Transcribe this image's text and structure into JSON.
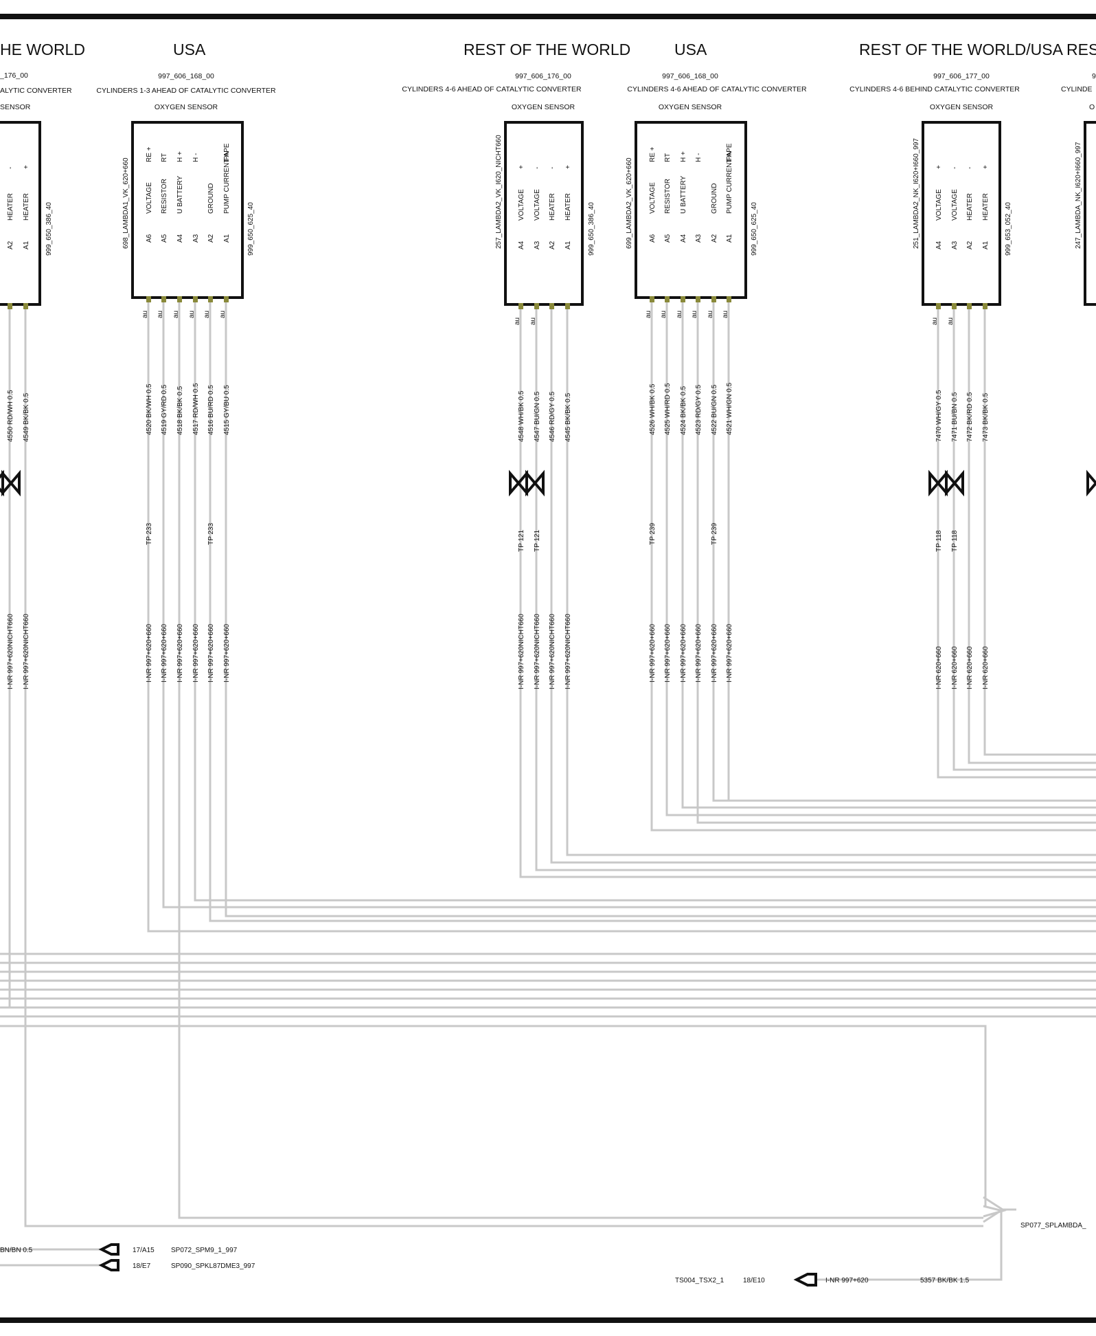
{
  "headings": [
    {
      "text": "HE WORLD"
    },
    {
      "text": "USA"
    },
    {
      "text": "REST OF THE WORLD"
    },
    {
      "text": "USA"
    },
    {
      "text": "REST OF THE WORLD/USA RES"
    }
  ],
  "components": [
    {
      "part": "_176_00",
      "desc": "ALYTIC CONVERTER",
      "name": "SENSOR",
      "connector": "",
      "code": "999_650_386_40",
      "pins": [
        {
          "pos": "A2",
          "func": "HEATER",
          "sign": "-",
          "pin_label": "",
          "wire": "4550 RD/WH 0.5",
          "tp": "",
          "tag": "I-NR 997+620NICHT660"
        },
        {
          "pos": "A1",
          "func": "HEATER",
          "sign": "+",
          "pin_label": "",
          "wire": "4549 BK/BK 0.5",
          "tp": "",
          "tag": "I-NR 997+620NICHT660"
        }
      ]
    },
    {
      "part": "997_606_168_00",
      "desc": "CYLINDERS 1-3 AHEAD OF CATALYTIC CONVERTER",
      "name": "OXYGEN SENSOR",
      "connector": "698_LAMBDA1_VK_620+660",
      "code": "999_650_625_40",
      "pins": [
        {
          "pos": "A6",
          "func": "VOLTAGE",
          "sign": "RE +",
          "pin_label": "au",
          "wire": "4520 BK/WH 0.5",
          "tp": "TP 233",
          "tag": "I-NR 997+620+660"
        },
        {
          "pos": "A5",
          "func": "RESISTOR",
          "sign": "RT",
          "pin_label": "au",
          "wire": "4519 GY/RD 0.5",
          "tp": "",
          "tag": "I-NR 997+620+660"
        },
        {
          "pos": "A4",
          "func": "U BATTERY",
          "sign": "H +",
          "pin_label": "au",
          "wire": "4518 BK/BK 0.5",
          "tp": "",
          "tag": "I-NR 997+620+660"
        },
        {
          "pos": "A3",
          "func": "",
          "sign": "H -",
          "pin_label": "au",
          "wire": "4517 RD/WH 0.5",
          "tp": "",
          "tag": "I-NR 997+620+660"
        },
        {
          "pos": "A2",
          "func": "GROUND",
          "sign": "",
          "pin_label": "au",
          "wire": "4516 BU/RD 0.5",
          "tp": "TP 233",
          "tag": "I-NR 997+620+660"
        },
        {
          "pos": "A1",
          "func": "PUMP CURRENT APE",
          "sign": "IPN",
          "pin_label": "au",
          "wire": "4515 GY/BU 0.5",
          "tp": "",
          "tag": "I-NR 997+620+660"
        }
      ]
    },
    {
      "part": "997_606_176_00",
      "desc": "CYLINDERS 4-6 AHEAD OF CATALYTIC CONVERTER",
      "name": "OXYGEN SENSOR",
      "connector": "257_LAMBDA2_VK_I620_NICHT660",
      "code": "999_650_386_40",
      "pins": [
        {
          "pos": "A4",
          "func": "VOLTAGE",
          "sign": "+",
          "pin_label": "au",
          "wire": "4548 WH/BK 0.5",
          "tp": "TP 121",
          "tag": "I-NR 997+620NICHT660"
        },
        {
          "pos": "A3",
          "func": "VOLTAGE",
          "sign": "-",
          "pin_label": "au",
          "wire": "4547 BU/GN 0.5",
          "tp": "TP 121",
          "tag": "I-NR 997+620NICHT660"
        },
        {
          "pos": "A2",
          "func": "HEATER",
          "sign": "-",
          "pin_label": "",
          "wire": "4546 RD/GY 0.5",
          "tp": "",
          "tag": "I-NR 997+620NICHT660"
        },
        {
          "pos": "A1",
          "func": "HEATER",
          "sign": "+",
          "pin_label": "",
          "wire": "4545 BK/BK 0.5",
          "tp": "",
          "tag": "I-NR 997+620NICHT660"
        }
      ]
    },
    {
      "part": "997_606_168_00",
      "desc": "CYLINDERS 4-6 AHEAD OF CATALYTIC CONVERTER",
      "name": "OXYGEN SENSOR",
      "connector": "699_LAMBDA2_VK_620+660",
      "code": "999_650_625_40",
      "pins": [
        {
          "pos": "A6",
          "func": "VOLTAGE",
          "sign": "RE +",
          "pin_label": "au",
          "wire": "4526 WH/BK 0.5",
          "tp": "TP 239",
          "tag": "I-NR 997+620+660"
        },
        {
          "pos": "A5",
          "func": "RESISTOR",
          "sign": "RT",
          "pin_label": "au",
          "wire": "4525 WH/RD 0.5",
          "tp": "",
          "tag": "I-NR 997+620+660"
        },
        {
          "pos": "A4",
          "func": "U BATTERY",
          "sign": "H +",
          "pin_label": "au",
          "wire": "4524 BK/BK 0.5",
          "tp": "",
          "tag": "I-NR 997+620+660"
        },
        {
          "pos": "A3",
          "func": "",
          "sign": "H -",
          "pin_label": "au",
          "wire": "4523 RD/GY 0.5",
          "tp": "",
          "tag": "I-NR 997+620+660"
        },
        {
          "pos": "A2",
          "func": "GROUND",
          "sign": "",
          "pin_label": "au",
          "wire": "4522 BU/GN 0.5",
          "tp": "TP 239",
          "tag": "I-NR 997+620+660"
        },
        {
          "pos": "A1",
          "func": "PUMP CURRENT APE",
          "sign": "IPN",
          "pin_label": "au",
          "wire": "4521 WH/GN 0.5",
          "tp": "",
          "tag": "I-NR 997+620+660"
        }
      ]
    },
    {
      "part": "997_606_177_00",
      "desc": "CYLINDERS 4-6 BEHIND CATALYTIC CONVERTER",
      "name": "OXYGEN SENSOR",
      "connector": "251_LAMBDA2_NK_I620+I660_997",
      "code": "999_653_052_40",
      "pins": [
        {
          "pos": "A4",
          "func": "VOLTAGE",
          "sign": "+",
          "pin_label": "au",
          "wire": "7470 WH/GY 0.5",
          "tp": "TP 118",
          "tag": "I-NR 620+660"
        },
        {
          "pos": "A3",
          "func": "VOLTAGE",
          "sign": "-",
          "pin_label": "au",
          "wire": "7471 BU/BN 0.5",
          "tp": "TP 118",
          "tag": "I-NR 620+660"
        },
        {
          "pos": "A2",
          "func": "HEATER",
          "sign": "-",
          "pin_label": "",
          "wire": "7472 BK/RD 0.5",
          "tp": "",
          "tag": "I-NR 620+660"
        },
        {
          "pos": "A1",
          "func": "HEATER",
          "sign": "+",
          "pin_label": "",
          "wire": "7473 BK/BK 0.5",
          "tp": "",
          "tag": "I-NR 620+660"
        }
      ]
    },
    {
      "part": "9",
      "desc": "CYLINDE",
      "name": "O",
      "connector": "247_LAMBDA_NK_I620+I660_997",
      "code": "",
      "pins": []
    }
  ],
  "bottom": {
    "left_wire": "BN/BN 0.5",
    "refs": [
      {
        "grid": "17/A15",
        "name": "SP072_SPM9_1_997"
      },
      {
        "grid": "18/E7",
        "name": "SP090_SPKL87DME3_997"
      }
    ],
    "splice_label": "SP077_SPLAMBDA_",
    "ground": {
      "name": "TS004_TSX2_1",
      "grid": "18/E10",
      "tag": "I-NR 997+620",
      "wire": "5357 BK/BK 1.5"
    }
  }
}
